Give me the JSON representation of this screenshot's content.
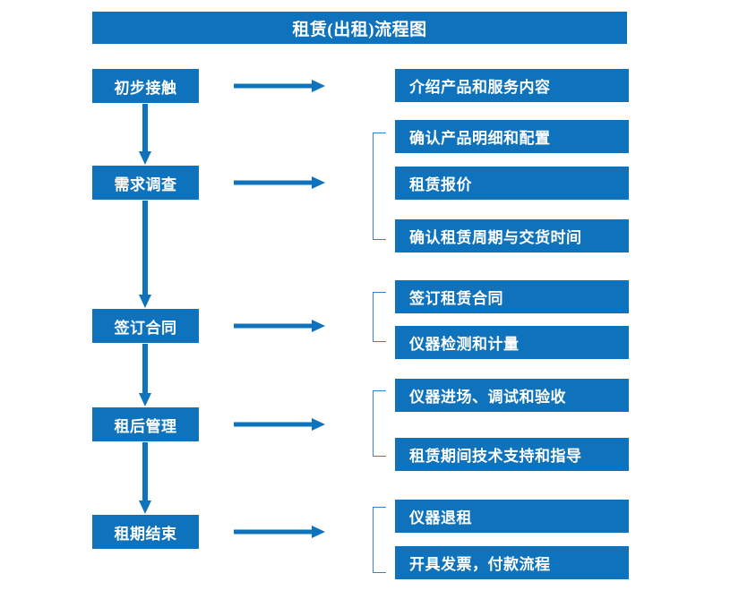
{
  "chart_data": {
    "type": "diagram",
    "diagram_kind": "flowchart",
    "title": "租赁(出租)流程图",
    "orientation": "vertical-left-stages-with-right-detail-groups",
    "accent_color": "#0F72BC",
    "bracket_color": "#3E7FBF",
    "text_color": "#FFFFFF",
    "background_color": "#FFFFFF",
    "stages": [
      {
        "id": "stage-1",
        "label": "初步接触",
        "details": [
          "介绍产品和服务内容"
        ],
        "bracketed": false
      },
      {
        "id": "stage-2",
        "label": "需求调查",
        "details": [
          "确认产品明细和配置",
          "租赁报价",
          "确认租赁周期与交货时间"
        ],
        "bracketed": true
      },
      {
        "id": "stage-3",
        "label": "签订合同",
        "details": [
          "签订租赁合同",
          "仪器检测和计量"
        ],
        "bracketed": true
      },
      {
        "id": "stage-4",
        "label": "租后管理",
        "details": [
          "仪器进场、调试和验收",
          "租赁期间技术支持和指导"
        ],
        "bracketed": true
      },
      {
        "id": "stage-5",
        "label": "租期结束",
        "details": [
          "仪器退租",
          "开具发票，付款流程"
        ],
        "bracketed": true
      }
    ],
    "connector_count_vertical": 4,
    "connector_count_horizontal": 5
  },
  "header": {
    "title": "租赁(出租)流程图"
  },
  "stage_labels": {
    "s1": "初步接触",
    "s2": "需求调查",
    "s3": "签订合同",
    "s4": "租后管理",
    "s5": "租期结束"
  },
  "detail_labels": {
    "d1_1": "介绍产品和服务内容",
    "d2_1": "确认产品明细和配置",
    "d2_2": "租赁报价",
    "d2_3": "确认租赁周期与交货时间",
    "d3_1": "签订租赁合同",
    "d3_2": "仪器检测和计量",
    "d4_1": "仪器进场、调试和验收",
    "d4_2": "租赁期间技术支持和指导",
    "d5_1": "仪器退租",
    "d5_2": "开具发票，付款流程"
  }
}
